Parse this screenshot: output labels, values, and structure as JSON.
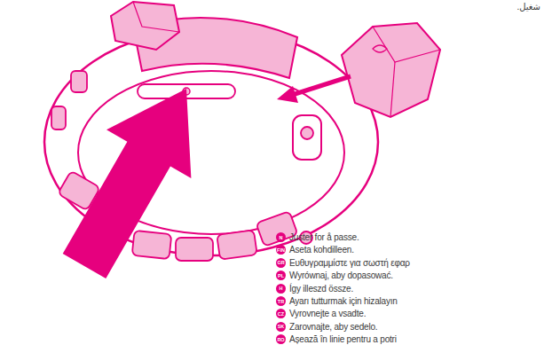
{
  "diagram": {
    "nodes": [
      {
        "text": [
          "N",
          "Juster for å passe."
        ]
      },
      {
        "text": [
          "FIN",
          "Aseta kohdilleen."
        ]
      },
      {
        "text": [
          "GR",
          "Ευθυγραμμίστε για σωστή εφαρ"
        ]
      },
      {
        "text": [
          "PL",
          "Wyrównaj, aby dopasować."
        ]
      },
      {
        "text": [
          "H",
          "Így illeszd össze."
        ]
      },
      {
        "text": [
          "TR",
          "Ayarı tutturmak için hizalayın"
        ]
      },
      {
        "text": [
          "CZ",
          "Vyrovnejte a vsadte."
        ]
      },
      {
        "text": [
          "SK",
          "Zarovnajte, aby sedelo."
        ]
      },
      {
        "text": [
          "RO",
          "Așează în linie pentru a potri"
        ]
      }
    ],
    "labels": [
      "شغيل."
    ]
  }
}
